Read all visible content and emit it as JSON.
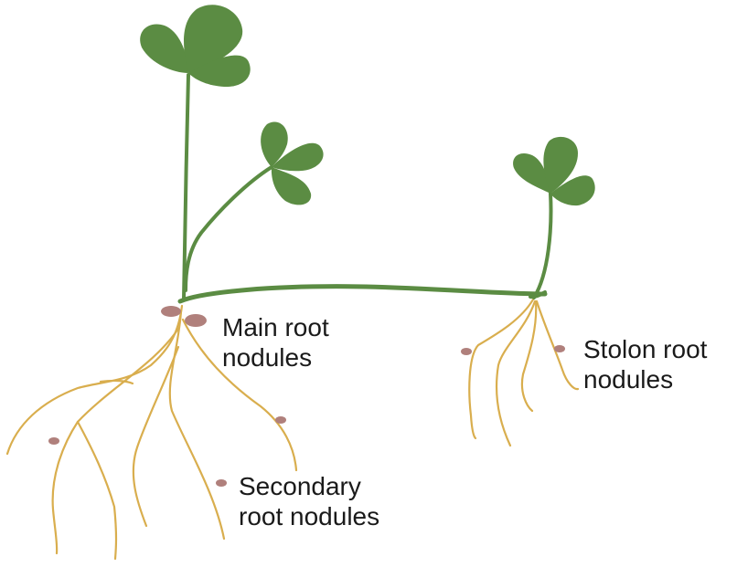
{
  "colors": {
    "leaf": "#5b8c43",
    "stem": "#5b8c43",
    "root": "#d9ae4e",
    "nodule": "#b0807c",
    "text": "#1a1a1a"
  },
  "labels": {
    "main": {
      "line1": "Main root",
      "line2": "nodules"
    },
    "stolon": {
      "line1": "Stolon root",
      "line2": "nodules"
    },
    "secondary": {
      "line1": "Secondary",
      "line2": "root nodules"
    }
  }
}
